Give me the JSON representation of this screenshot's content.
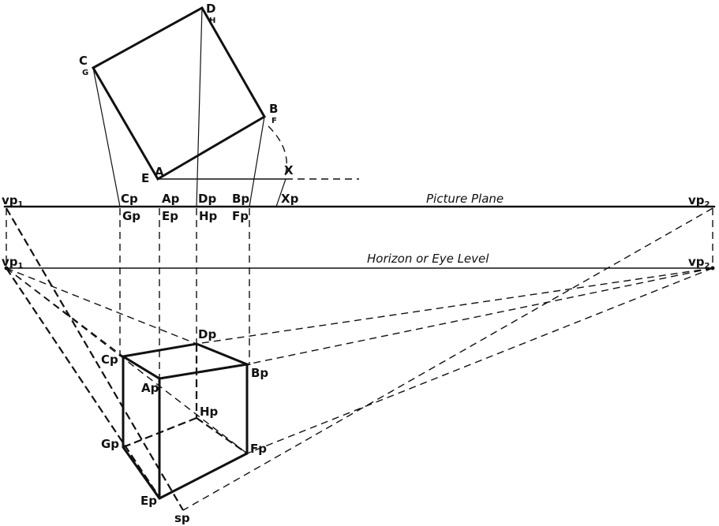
{
  "captions": {
    "picture_plane": "Picture Plane",
    "horizon": "Horizon or Eye Level"
  },
  "vanishing_points": {
    "vp1": "vp",
    "vp1_sub": "1",
    "vp2": "vp",
    "vp2_sub": "2"
  },
  "plan_labels": {
    "C": "C",
    "G": "G",
    "D": "D",
    "H": "H",
    "B": "B",
    "F": "F",
    "A": "A",
    "E": "E",
    "X": "X"
  },
  "picture_plane_labels": {
    "cp": "Cp",
    "ap": "Ap",
    "dp": "Dp",
    "bp": "Bp",
    "xp": "Xp",
    "gp": "Gp",
    "ep": "Ep",
    "hp": "Hp",
    "fp": "Fp"
  },
  "cube_labels": {
    "dp": "Dp",
    "cp": "Cp",
    "bp": "Bp",
    "ap": "Ap",
    "hp": "Hp",
    "gp": "Gp",
    "fp": "Fp",
    "ep": "Ep"
  },
  "station_point": "sp"
}
